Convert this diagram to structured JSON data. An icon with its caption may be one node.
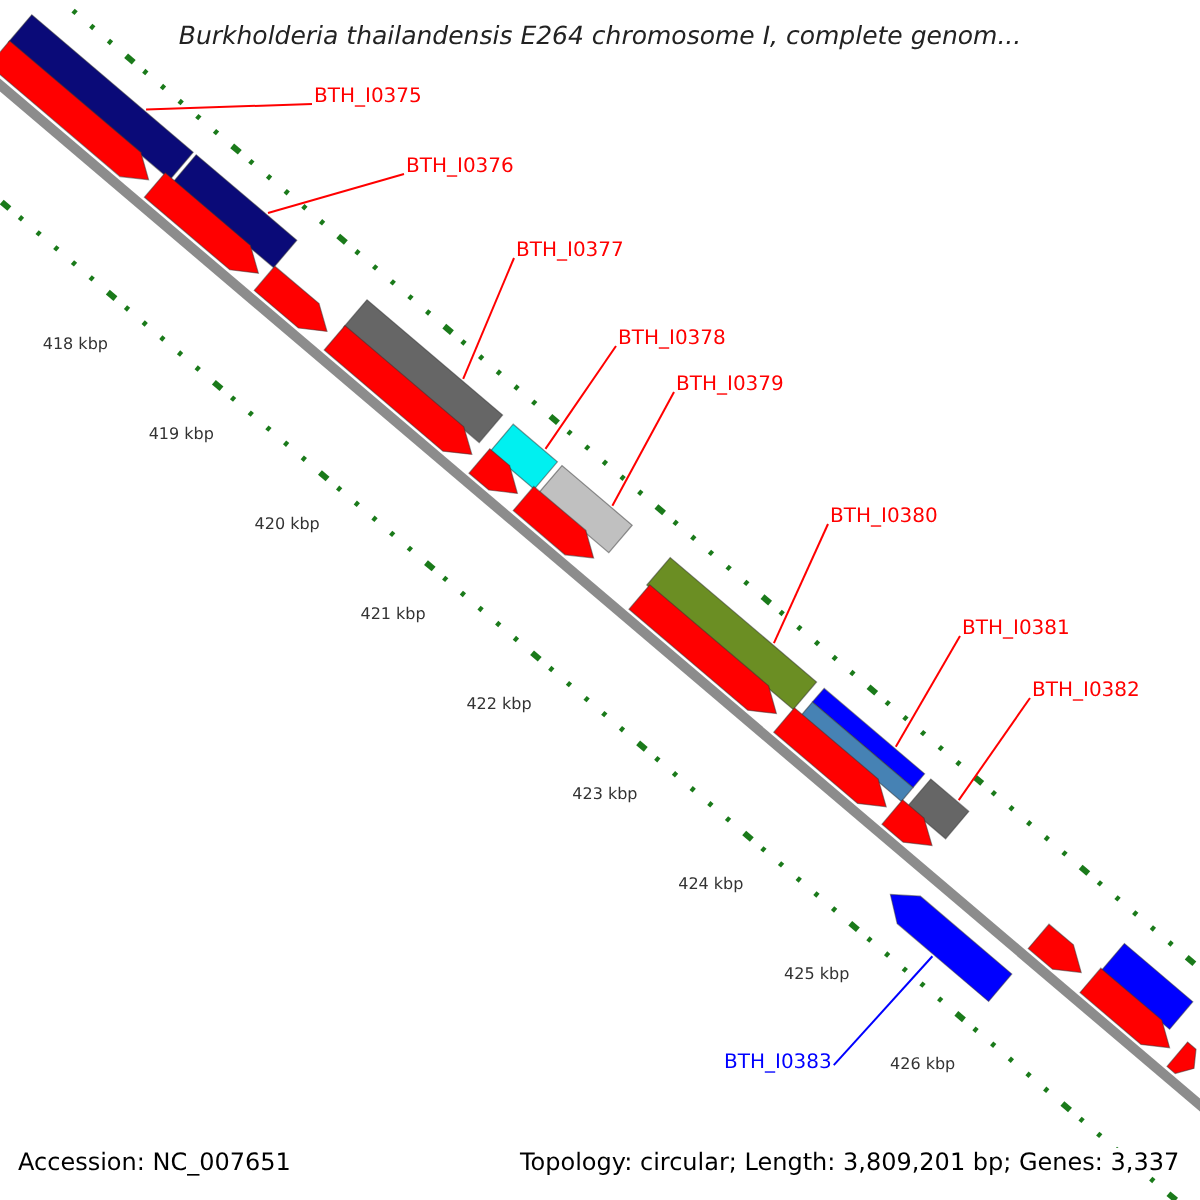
{
  "diagram": {
    "title": "Burkholderia thailandensis E264 chromosome I, complete genom...",
    "nodes": [
      {
        "text": [
          "BTH_I0375"
        ]
      },
      {
        "text": [
          "BTH_I0376"
        ]
      },
      {
        "text": [
          "BTH_I0377"
        ]
      },
      {
        "text": [
          "BTH_I0378"
        ]
      },
      {
        "text": [
          "BTH_I0379"
        ]
      },
      {
        "text": [
          "BTH_I0380"
        ]
      },
      {
        "text": [
          "BTH_I0381"
        ]
      },
      {
        "text": [
          "BTH_I0382"
        ]
      },
      {
        "text": [
          "BTH_I0383"
        ]
      },
      {
        "text": [],
        "shape": "bar"
      },
      {
        "text": [],
        "shape": "bar"
      },
      {
        "text": [],
        "shape": "bar"
      },
      {
        "text": [],
        "shape": "bar"
      },
      {
        "text": [],
        "shape": "bar"
      },
      {
        "text": [],
        "shape": "bar"
      },
      {
        "text": [],
        "shape": "bar"
      },
      {
        "text": [],
        "shape": "bar"
      },
      {
        "text": [],
        "shape": "arrow"
      },
      {
        "text": [],
        "shape": "arrow"
      },
      {
        "text": [],
        "shape": "arrow"
      },
      {
        "text": [],
        "shape": "arrow"
      },
      {
        "text": [],
        "shape": "arrow"
      },
      {
        "text": [],
        "shape": "arrow"
      },
      {
        "text": [],
        "shape": "arrow"
      },
      {
        "text": [],
        "shape": "arrow"
      },
      {
        "text": [],
        "shape": "arrow"
      },
      {
        "text": [],
        "shape": "arrow"
      },
      {
        "text": [],
        "shape": "arrow"
      },
      {
        "text": [],
        "shape": "bar"
      },
      {
        "text": [],
        "shape": "arrow"
      },
      {
        "text": [],
        "shape": "arrow"
      }
    ],
    "edges": [
      {
        "from": 0,
        "to": 9,
        "arrow": "none"
      },
      {
        "from": 1,
        "to": 10,
        "arrow": "none"
      },
      {
        "from": 2,
        "to": 11,
        "arrow": "none"
      },
      {
        "from": 3,
        "to": 12,
        "arrow": "none"
      },
      {
        "from": 4,
        "to": 13,
        "arrow": "none"
      },
      {
        "from": 5,
        "to": 14,
        "arrow": "none"
      },
      {
        "from": 6,
        "to": 15,
        "arrow": "none"
      },
      {
        "from": 7,
        "to": 16,
        "arrow": "none"
      },
      {
        "from": 8,
        "to": 17,
        "arrow": "none",
        "color": "#0000ff"
      }
    ],
    "labels": [
      "418 kbp",
      "419 kbp",
      "420 kbp",
      "421 kbp",
      "422 kbp",
      "423 kbp",
      "424 kbp",
      "425 kbp",
      "426 kbp",
      "Accession: NC_007651",
      "Topology: circular; Length: 3,809,201 bp; Genes: 3,337"
    ]
  }
}
